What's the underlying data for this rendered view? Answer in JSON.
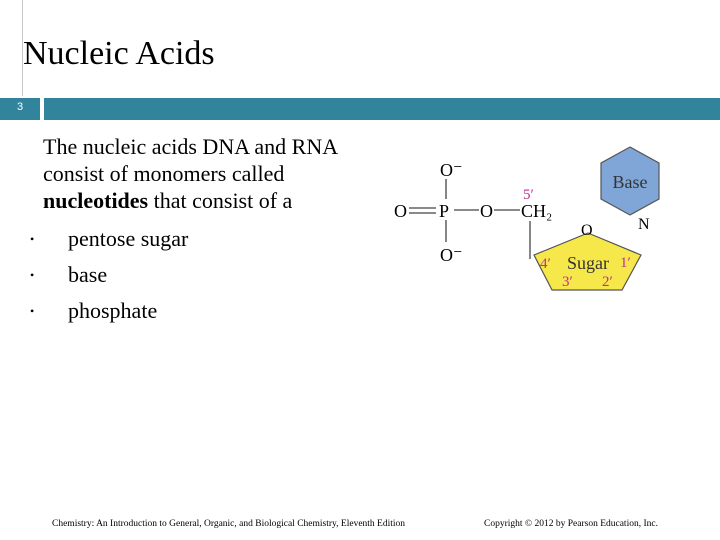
{
  "slide": {
    "title": "Nucleic Acids",
    "number": "3",
    "body": {
      "line1": "The nucleic acids DNA and RNA",
      "line2": "consist of monomers called",
      "term": "nucleotides",
      "line3_rest": " that consist of a"
    },
    "bullets": [
      "pentose sugar",
      "base",
      "phosphate"
    ],
    "bullet_glyph": "•",
    "diagram": {
      "phosphate_o_top": "O⁻",
      "phosphate_o_left": "O",
      "phosphate_eq": "═",
      "phosphate_p": "P",
      "phosphate_o_bridge": "O",
      "phosphate_o_bottom": "O⁻",
      "ch2": "CH₂",
      "c5": "5′",
      "ring_o": "O",
      "base_label": "Base",
      "base_n": "N",
      "sugar_label": "Sugar",
      "c4": "4′",
      "c1": "1′",
      "c3": "3′",
      "c2": "2′",
      "colors": {
        "base_fill": "#7fa6d6",
        "sugar_fill": "#f6e84a",
        "carbon_label": "#c0308a",
        "bond": "#444444"
      }
    },
    "footer": {
      "left": "Chemistry: An Introduction to General, Organic, and Biological Chemistry, Eleventh Edition",
      "right": "Copyright © 2012 by Pearson Education, Inc."
    },
    "accent_color": "#31849b"
  }
}
